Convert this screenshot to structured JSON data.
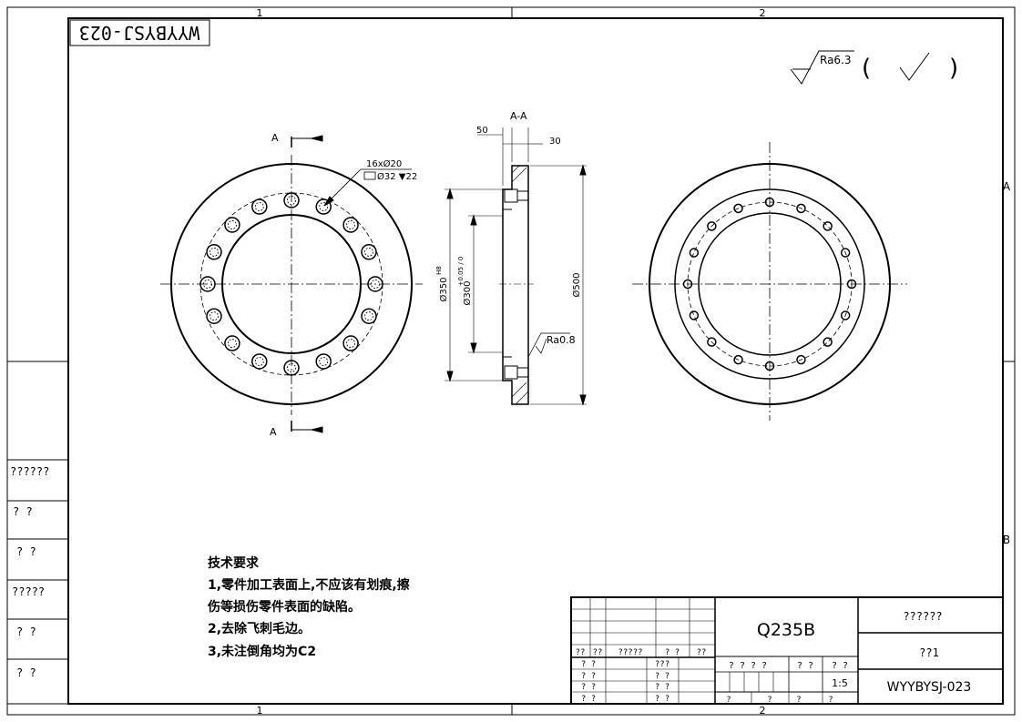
{
  "zones": {
    "col1": "1",
    "col2": "2",
    "rowA": "A",
    "rowB": "B"
  },
  "drawing_code_stamp": "WYYBYSJ-023",
  "surface_finish": {
    "roughness": "Ra6.3",
    "paren_open": "(",
    "paren_close": ")"
  },
  "views": {
    "section_marker": "A",
    "section_title": "A-A",
    "dim_50": "50",
    "dim_30": "30",
    "hole_callout_1": "16xØ20",
    "hole_callout_2": "Ø32 ▼22",
    "dim_phi350": "Ø350",
    "dim_phi350_tol": "H8",
    "dim_phi300": "Ø300",
    "dim_phi300_tol": "+0.05 / 0",
    "dim_phi500": "Ø500",
    "roughness_inner": "Ra0.8"
  },
  "left_margin_stamps": [
    "??????",
    "?   ?",
    "?  ?",
    "?????",
    "?  ?",
    "?  ?"
  ],
  "tech_requirements": {
    "title": "技术要求",
    "line1": "1,零件加工表面上,不应该有划痕,擦",
    "line1b": "伤等损伤零件表面的缺陷。",
    "line2": "2,去除飞刺毛边。",
    "line3": "3,未注倒角均为C2"
  },
  "title_block": {
    "material": "Q235B",
    "company": "??????",
    "part_name": "??1",
    "drawing_number": "WYYBYSJ-023",
    "scale": "1:5",
    "rev_headers": [
      "??",
      "??",
      "?????",
      "? ?",
      "??"
    ],
    "left_rows": [
      "? ?",
      "? ?",
      "? ?",
      "? ?"
    ],
    "mid_rows": [
      "???",
      "? ?",
      "? ?",
      "? ?"
    ],
    "stage_header": "? ? ? ?",
    "weight_header": "? ?",
    "scale_header": "? ?",
    "sheet_row": [
      "?",
      "?",
      "?",
      "?"
    ]
  }
}
